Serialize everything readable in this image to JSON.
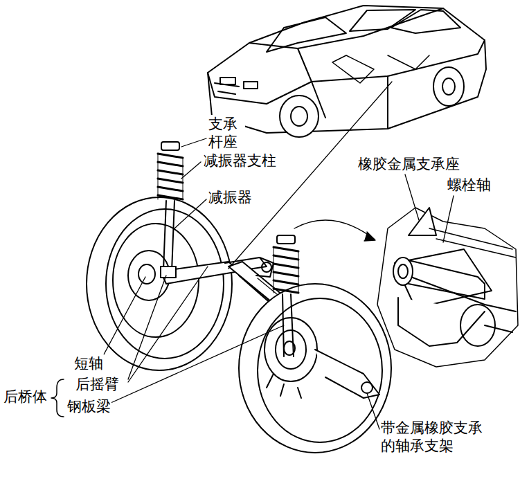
{
  "diagram": {
    "labels": [
      "支承 杆座",
      "减振器支柱",
      "减振器",
      "橡胶金属支承座",
      "螺栓轴",
      "短轴",
      "后摇臂",
      "钢板梁",
      "后桥体",
      "带金属橡胶支承 的轴承支架"
    ]
  }
}
